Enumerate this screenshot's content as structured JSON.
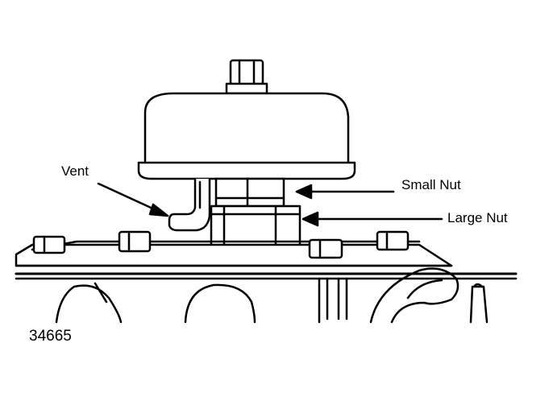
{
  "labels": {
    "vent": "Vent",
    "small_nut": "Small Nut",
    "large_nut": "Large Nut"
  },
  "figure_id": "34665",
  "colors": {
    "ink": "#000000",
    "paper": "#ffffff"
  }
}
